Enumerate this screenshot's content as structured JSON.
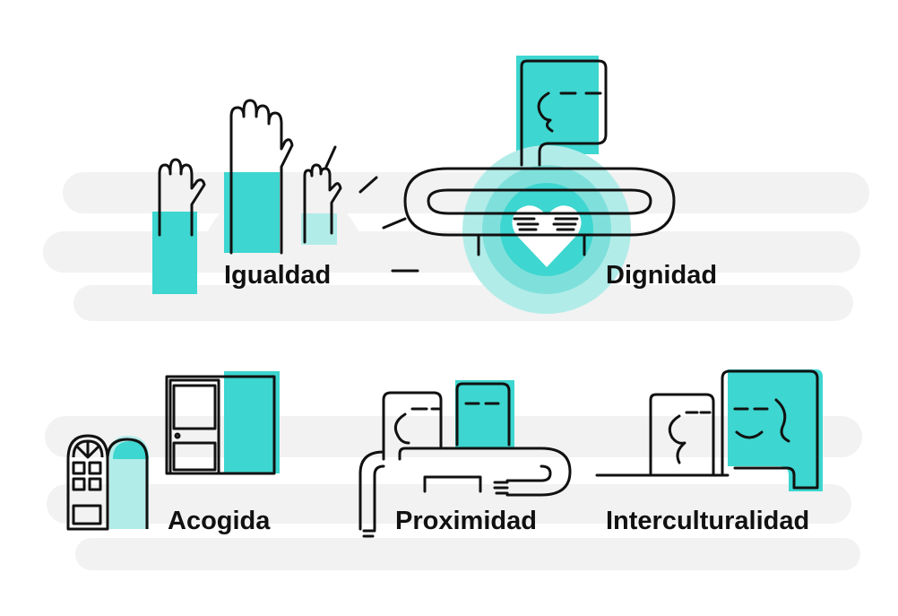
{
  "labels": {
    "igualdad": "Igualdad",
    "dignidad": "Dignidad",
    "acogida": "Acogida",
    "proximidad": "Proximidad",
    "interculturalidad": "Interculturalidad"
  },
  "colors": {
    "teal": "#3dd6d0",
    "teal_light": "#b2ece9",
    "cloud": "#f2f2f2",
    "ink": "#111111"
  },
  "icons": {
    "igualdad": "raised-hands-icon",
    "dignidad": "embracing-heart-icon",
    "acogida": "doors-icon",
    "proximidad": "two-people-reaching-icon",
    "interculturalidad": "two-faces-icon"
  }
}
